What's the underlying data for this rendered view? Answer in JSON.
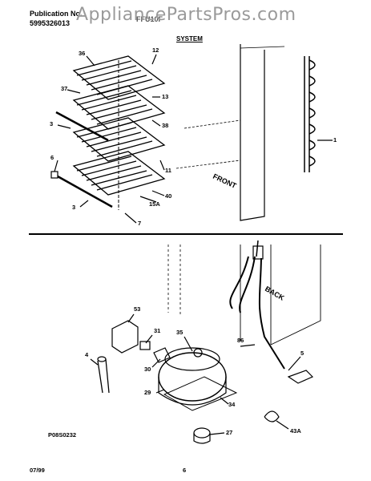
{
  "header": {
    "publication_label": "Publication No.",
    "publication_number": "5995326013",
    "model_text": "FFU10F",
    "watermark": "AppliancePartsPros.com",
    "section_title": "SYSTEM"
  },
  "top_labels": {
    "l36": "36",
    "l12": "12",
    "l37": "37",
    "l13": "13",
    "l3a": "3",
    "l38": "38",
    "l6": "6",
    "l11": "11",
    "l40": "40",
    "l15a": "15A",
    "l3b": "3",
    "l7": "7",
    "l1": "1",
    "front": "FRONT"
  },
  "bottom_labels": {
    "back": "BACK",
    "l53": "53",
    "l31": "31",
    "l35": "35",
    "l86": "86",
    "l4": "4",
    "l30": "30",
    "l5": "5",
    "l29": "29",
    "l34": "34",
    "l27": "27",
    "l43a": "43A"
  },
  "figure_id": "P08S0232",
  "footer": {
    "date": "07/99",
    "page": "6"
  }
}
